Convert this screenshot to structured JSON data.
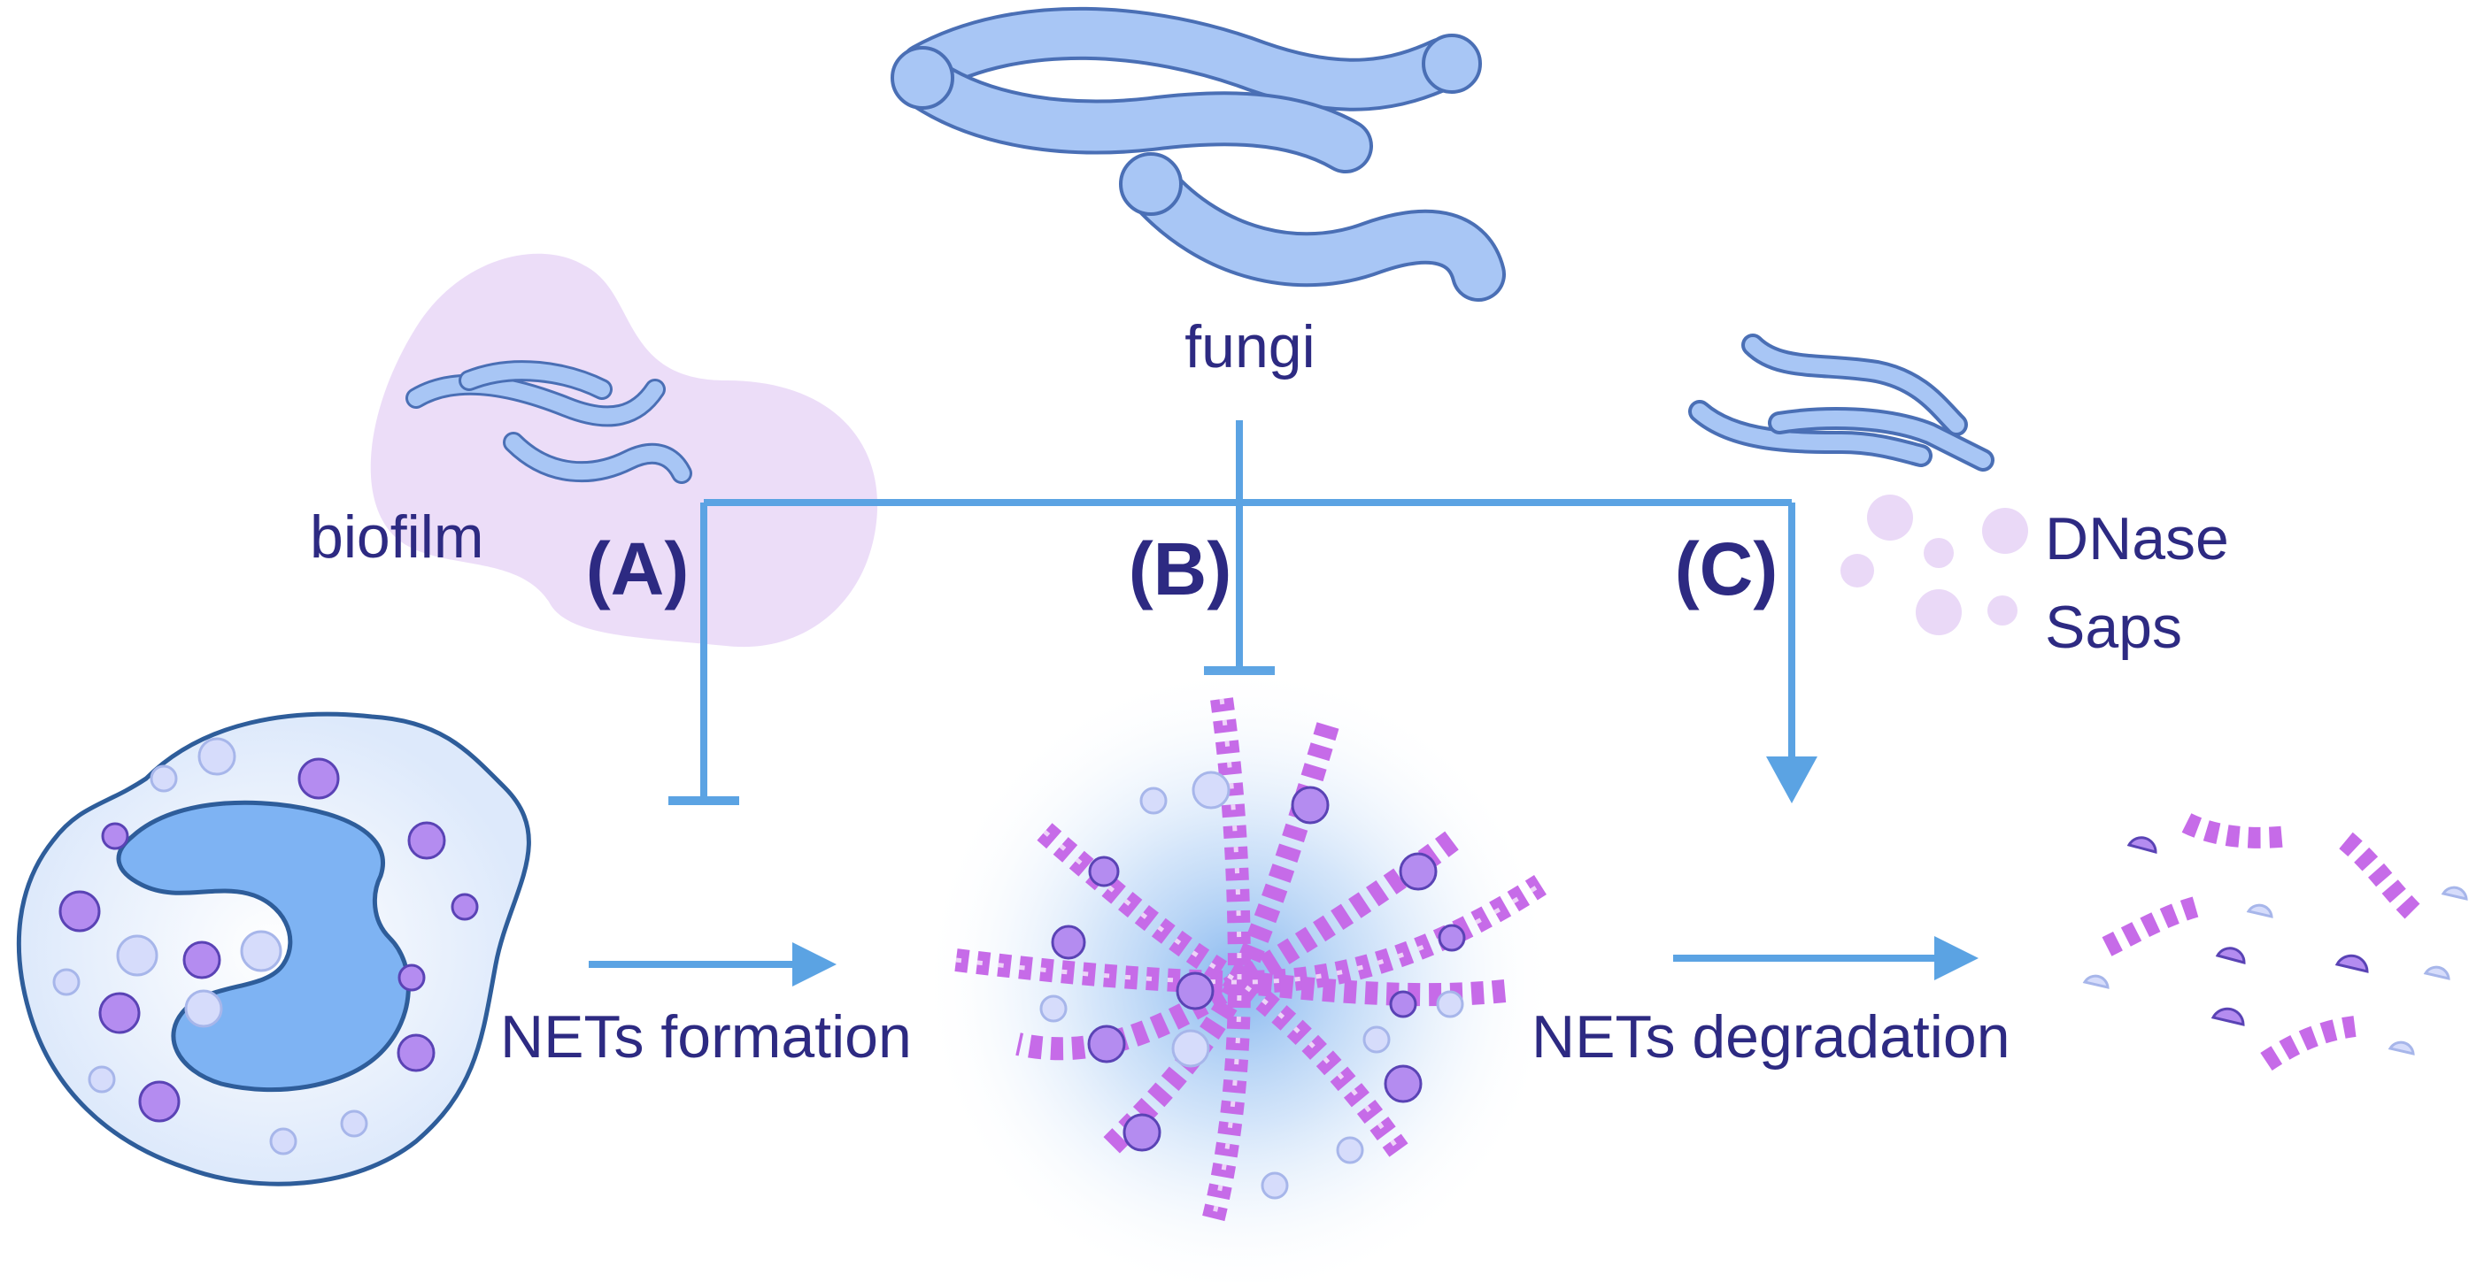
{
  "labels": {
    "fungi": "fungi",
    "biofilm": "biofilm",
    "dnase": "DNase",
    "saps": "Saps",
    "path_a": "(A)",
    "path_b": "(B)",
    "path_c": "(C)",
    "nets_formation": "NETs formation",
    "nets_degradation": "NETs degradation"
  },
  "icons": {
    "neutrophil": "neutrophil-icon",
    "net": "neutrophil-extracellular-trap-icon",
    "degraded_net": "degraded-net-fragments-icon",
    "fungi": "fungal-hyphae-icon",
    "biofilm": "biofilm-icon",
    "enzymes": "enzyme-particles-icon"
  },
  "colors": {
    "text": "#2d2a82",
    "connector": "#5ba3e3",
    "hyphae_fill": "#a8c6f5",
    "hyphae_stroke": "#4a6fb5",
    "biofilm": "#ead9f7",
    "dna": "#c66be8",
    "nucleus": "#7eb3f3"
  }
}
